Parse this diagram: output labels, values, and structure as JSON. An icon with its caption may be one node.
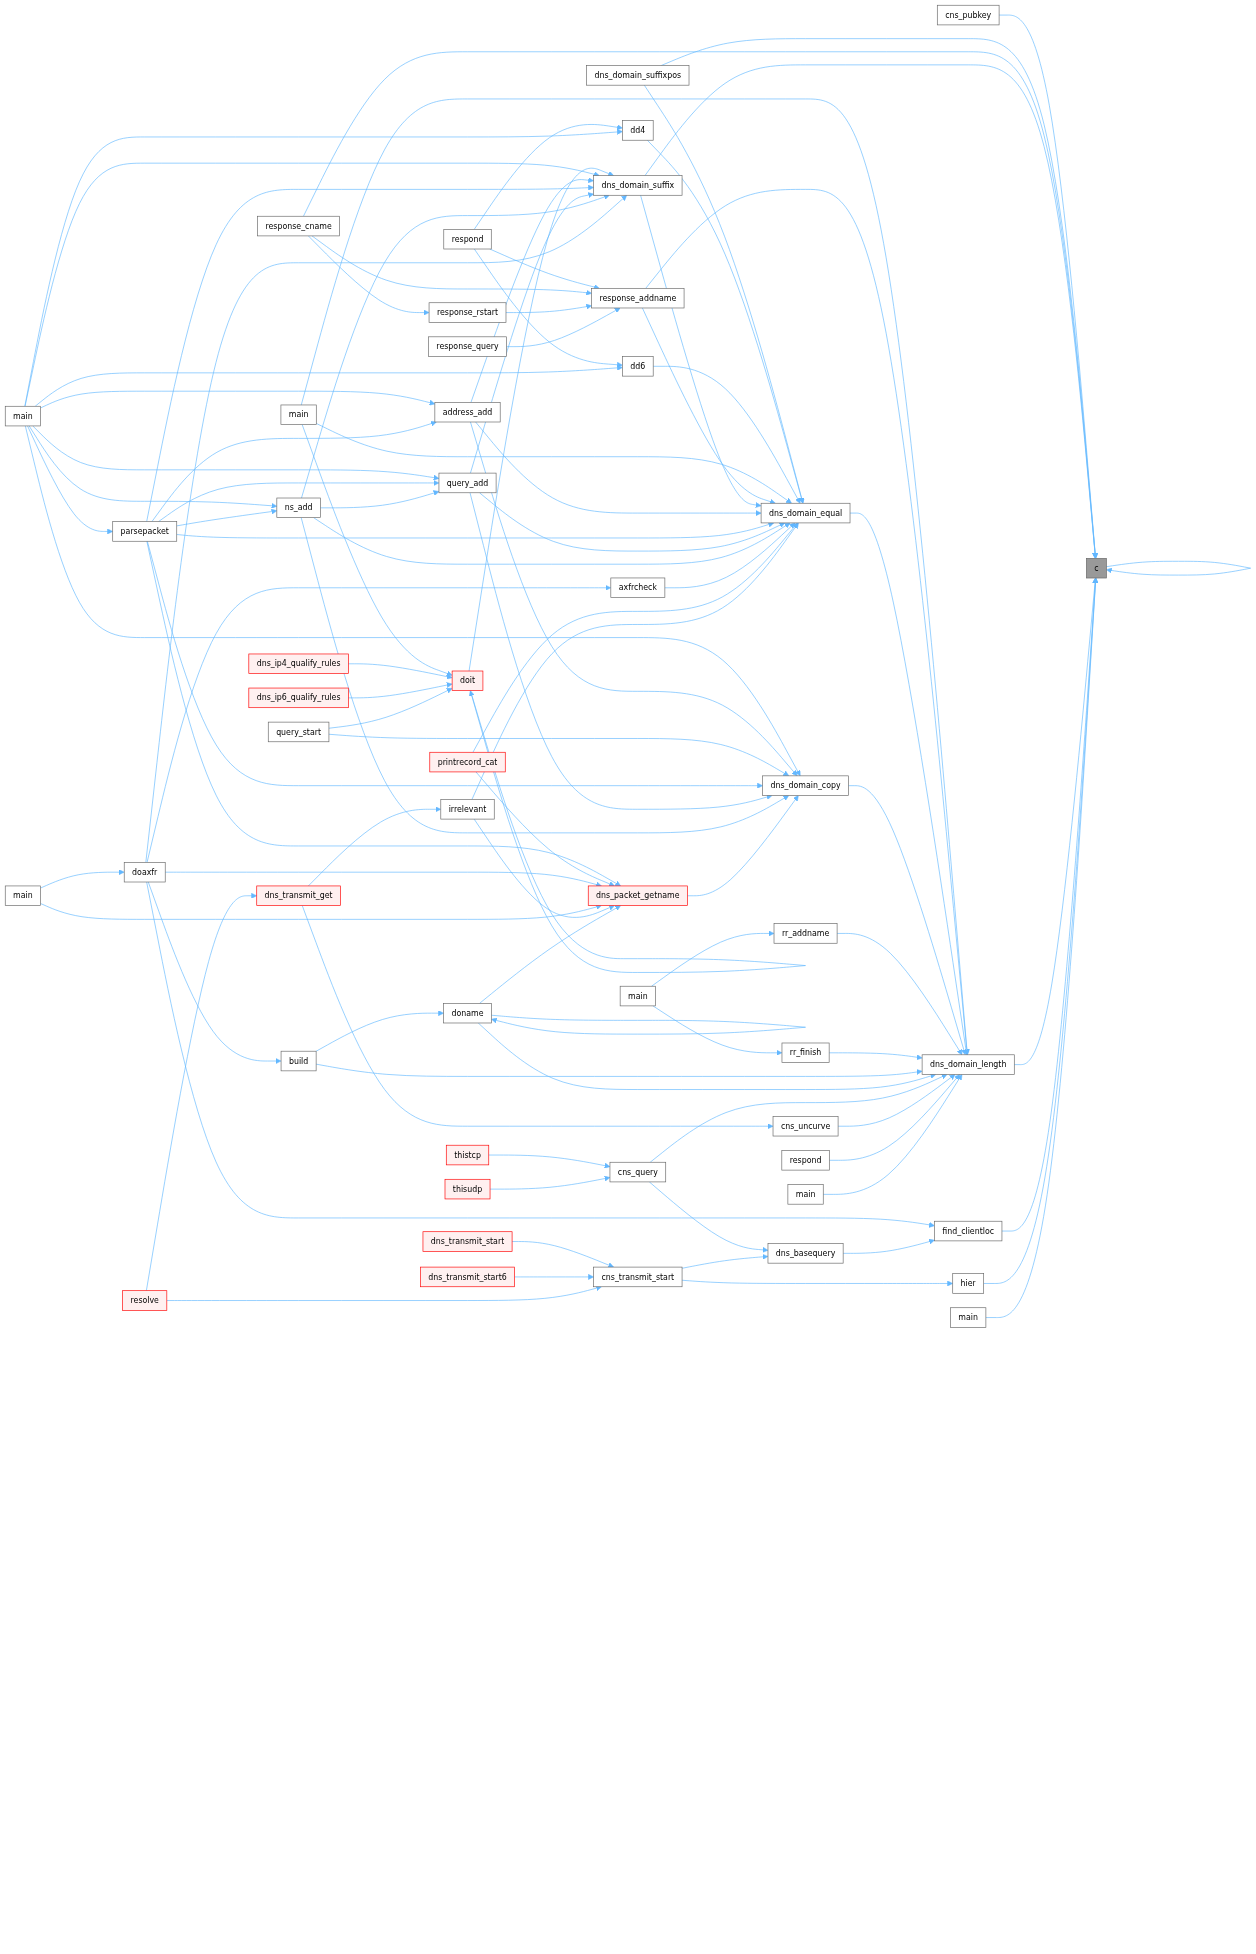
{
  "diagram": {
    "nodes": [
      {
        "text": [
          "cns_pubkey"
        ]
      },
      {
        "text": [
          "dns_domain_suffixpos"
        ]
      },
      {
        "text": [
          "respond"
        ]
      },
      {
        "text": [
          "dd4"
        ]
      },
      {
        "text": [
          "response_cname"
        ]
      },
      {
        "text": [
          "response_rstart"
        ]
      },
      {
        "text": [
          "dd6"
        ]
      },
      {
        "text": [
          "main"
        ]
      },
      {
        "text": [
          "response_addname"
        ]
      },
      {
        "text": [
          "response_query"
        ]
      },
      {
        "text": [
          "dns_ip4_qualify_rules"
        ]
      },
      {
        "text": [
          "dns_ip6_qualify_rules"
        ]
      },
      {
        "text": [
          "doit"
        ]
      },
      {
        "text": [
          "dns_domain_suffix"
        ]
      },
      {
        "text": [
          "main"
        ]
      },
      {
        "text": [
          "address_add"
        ]
      },
      {
        "text": [
          "dns_domain_equal"
        ]
      },
      {
        "text": [
          "query_start"
        ]
      },
      {
        "text": [
          "parsepacket"
        ]
      },
      {
        "text": [
          "c"
        ]
      },
      {
        "text": [
          "query_add"
        ]
      },
      {
        "text": [
          "ns_add"
        ]
      },
      {
        "text": [
          "dns_domain_copy"
        ]
      },
      {
        "text": [
          "axfrcheck"
        ]
      },
      {
        "text": [
          "printrecord_cat"
        ]
      },
      {
        "text": [
          "doaxfr"
        ]
      },
      {
        "text": [
          "dns_packet_getname"
        ]
      },
      {
        "text": [
          "main"
        ]
      },
      {
        "text": [
          "rr_addname"
        ]
      },
      {
        "text": [
          "irrelevant"
        ]
      },
      {
        "text": [
          "main"
        ]
      },
      {
        "text": [
          "rr_finish"
        ]
      },
      {
        "text": [
          "dns_domain_length"
        ]
      },
      {
        "text": [
          "build"
        ]
      },
      {
        "text": [
          "doname"
        ]
      },
      {
        "text": [
          "find_clientloc"
        ]
      },
      {
        "text": [
          "hier"
        ]
      },
      {
        "text": [
          "main"
        ]
      },
      {
        "text": [
          "thistcp"
        ]
      },
      {
        "text": [
          "cns_query"
        ]
      },
      {
        "text": [
          "thisudp"
        ]
      },
      {
        "text": [
          "dns_basequery"
        ]
      },
      {
        "text": [
          "dns_transmit_start"
        ]
      },
      {
        "text": [
          "cns_transmit_start"
        ]
      },
      {
        "text": [
          "dns_transmit_start6"
        ]
      },
      {
        "text": [
          "cns_uncurve"
        ]
      },
      {
        "text": [
          "dns_transmit_get"
        ]
      },
      {
        "text": [
          "respond"
        ]
      },
      {
        "text": [
          "resolve"
        ]
      },
      {
        "text": [
          "main"
        ]
      }
    ],
    "edges": [
      {
        "from": 0,
        "to": 19,
        "arrow": "to"
      },
      {
        "from": 1,
        "to": 16,
        "arrow": "to"
      },
      {
        "from": 1,
        "to": 19,
        "arrow": "to"
      },
      {
        "from": 2,
        "to": 3,
        "arrow": "to"
      },
      {
        "from": 2,
        "to": 6,
        "arrow": "to"
      },
      {
        "from": 2,
        "to": 8,
        "arrow": "to"
      },
      {
        "from": 3,
        "to": 16,
        "arrow": "to"
      },
      {
        "from": 4,
        "to": 19,
        "arrow": "to"
      },
      {
        "from": 4,
        "to": 5,
        "arrow": "to"
      },
      {
        "from": 4,
        "to": 8,
        "arrow": "to"
      },
      {
        "from": 5,
        "to": 8,
        "arrow": "to"
      },
      {
        "from": 6,
        "to": 16,
        "arrow": "to"
      },
      {
        "from": 7,
        "to": 32,
        "arrow": "to"
      },
      {
        "from": 7,
        "to": 16,
        "arrow": "to"
      },
      {
        "from": 7,
        "to": 12,
        "arrow": "to"
      },
      {
        "from": 8,
        "to": 16,
        "arrow": "to"
      },
      {
        "from": 8,
        "to": 32,
        "arrow": "to"
      },
      {
        "from": 9,
        "to": 8,
        "arrow": "to"
      },
      {
        "from": 10,
        "to": 12,
        "arrow": "to"
      },
      {
        "from": 11,
        "to": 12,
        "arrow": "to"
      },
      {
        "from": 12,
        "to": 12,
        "arrow": "to"
      },
      {
        "from": 12,
        "to": 13,
        "arrow": "to"
      },
      {
        "from": 13,
        "to": 16,
        "arrow": "to"
      },
      {
        "from": 13,
        "to": 19,
        "arrow": "to"
      },
      {
        "from": 14,
        "to": 3,
        "arrow": "to"
      },
      {
        "from": 14,
        "to": 6,
        "arrow": "to"
      },
      {
        "from": 14,
        "to": 13,
        "arrow": "to"
      },
      {
        "from": 14,
        "to": 15,
        "arrow": "to"
      },
      {
        "from": 14,
        "to": 18,
        "arrow": "to"
      },
      {
        "from": 14,
        "to": 20,
        "arrow": "to"
      },
      {
        "from": 14,
        "to": 21,
        "arrow": "to"
      },
      {
        "from": 14,
        "to": 22,
        "arrow": "to"
      },
      {
        "from": 15,
        "to": 13,
        "arrow": "to"
      },
      {
        "from": 15,
        "to": 16,
        "arrow": "to"
      },
      {
        "from": 15,
        "to": 22,
        "arrow": "to"
      },
      {
        "from": 16,
        "to": 32,
        "arrow": "to"
      },
      {
        "from": 17,
        "to": 12,
        "arrow": "to"
      },
      {
        "from": 17,
        "to": 22,
        "arrow": "to"
      },
      {
        "from": 18,
        "to": 13,
        "arrow": "to"
      },
      {
        "from": 18,
        "to": 15,
        "arrow": "to"
      },
      {
        "from": 18,
        "to": 16,
        "arrow": "to"
      },
      {
        "from": 18,
        "to": 20,
        "arrow": "to"
      },
      {
        "from": 18,
        "to": 21,
        "arrow": "to"
      },
      {
        "from": 18,
        "to": 22,
        "arrow": "to"
      },
      {
        "from": 18,
        "to": 26,
        "arrow": "to"
      },
      {
        "from": 19,
        "to": 19,
        "arrow": "to"
      },
      {
        "from": 20,
        "to": 13,
        "arrow": "to"
      },
      {
        "from": 20,
        "to": 16,
        "arrow": "to"
      },
      {
        "from": 20,
        "to": 22,
        "arrow": "to"
      },
      {
        "from": 21,
        "to": 13,
        "arrow": "to"
      },
      {
        "from": 21,
        "to": 16,
        "arrow": "to"
      },
      {
        "from": 21,
        "to": 20,
        "arrow": "to"
      },
      {
        "from": 21,
        "to": 22,
        "arrow": "to"
      },
      {
        "from": 22,
        "to": 32,
        "arrow": "to"
      },
      {
        "from": 23,
        "to": 16,
        "arrow": "to"
      },
      {
        "from": 24,
        "to": 16,
        "arrow": "to"
      },
      {
        "from": 24,
        "to": 26,
        "arrow": "to"
      },
      {
        "from": 25,
        "to": 13,
        "arrow": "to"
      },
      {
        "from": 25,
        "to": 23,
        "arrow": "to"
      },
      {
        "from": 25,
        "to": 26,
        "arrow": "to"
      },
      {
        "from": 25,
        "to": 33,
        "arrow": "to"
      },
      {
        "from": 25,
        "to": 35,
        "arrow": "to"
      },
      {
        "from": 26,
        "to": 22,
        "arrow": "to"
      },
      {
        "from": 27,
        "to": 25,
        "arrow": "to"
      },
      {
        "from": 27,
        "to": 26,
        "arrow": "to"
      },
      {
        "from": 28,
        "to": 32,
        "arrow": "to"
      },
      {
        "from": 29,
        "to": 26,
        "arrow": "to"
      },
      {
        "from": 29,
        "to": 16,
        "arrow": "to"
      },
      {
        "from": 30,
        "to": 28,
        "arrow": "to"
      },
      {
        "from": 30,
        "to": 31,
        "arrow": "to"
      },
      {
        "from": 31,
        "to": 32,
        "arrow": "to"
      },
      {
        "from": 32,
        "to": 19,
        "arrow": "to"
      },
      {
        "from": 33,
        "to": 34,
        "arrow": "to"
      },
      {
        "from": 33,
        "to": 32,
        "arrow": "to"
      },
      {
        "from": 34,
        "to": 34,
        "arrow": "to"
      },
      {
        "from": 34,
        "to": 26,
        "arrow": "to"
      },
      {
        "from": 34,
        "to": 32,
        "arrow": "to"
      },
      {
        "from": 35,
        "to": 19,
        "arrow": "to"
      },
      {
        "from": 36,
        "to": 19,
        "arrow": "to"
      },
      {
        "from": 37,
        "to": 19,
        "arrow": "to"
      },
      {
        "from": 38,
        "to": 39,
        "arrow": "to"
      },
      {
        "from": 39,
        "to": 41,
        "arrow": "to"
      },
      {
        "from": 39,
        "to": 32,
        "arrow": "to"
      },
      {
        "from": 40,
        "to": 39,
        "arrow": "to"
      },
      {
        "from": 41,
        "to": 35,
        "arrow": "to"
      },
      {
        "from": 42,
        "to": 43,
        "arrow": "to"
      },
      {
        "from": 43,
        "to": 41,
        "arrow": "to"
      },
      {
        "from": 43,
        "to": 36,
        "arrow": "to"
      },
      {
        "from": 44,
        "to": 43,
        "arrow": "to"
      },
      {
        "from": 45,
        "to": 32,
        "arrow": "to"
      },
      {
        "from": 46,
        "to": 29,
        "arrow": "to"
      },
      {
        "from": 46,
        "to": 45,
        "arrow": "to"
      },
      {
        "from": 47,
        "to": 32,
        "arrow": "to"
      },
      {
        "from": 48,
        "to": 46,
        "arrow": "to"
      },
      {
        "from": 48,
        "to": 43,
        "arrow": "to"
      },
      {
        "from": 49,
        "to": 32,
        "arrow": "to"
      }
    ]
  }
}
